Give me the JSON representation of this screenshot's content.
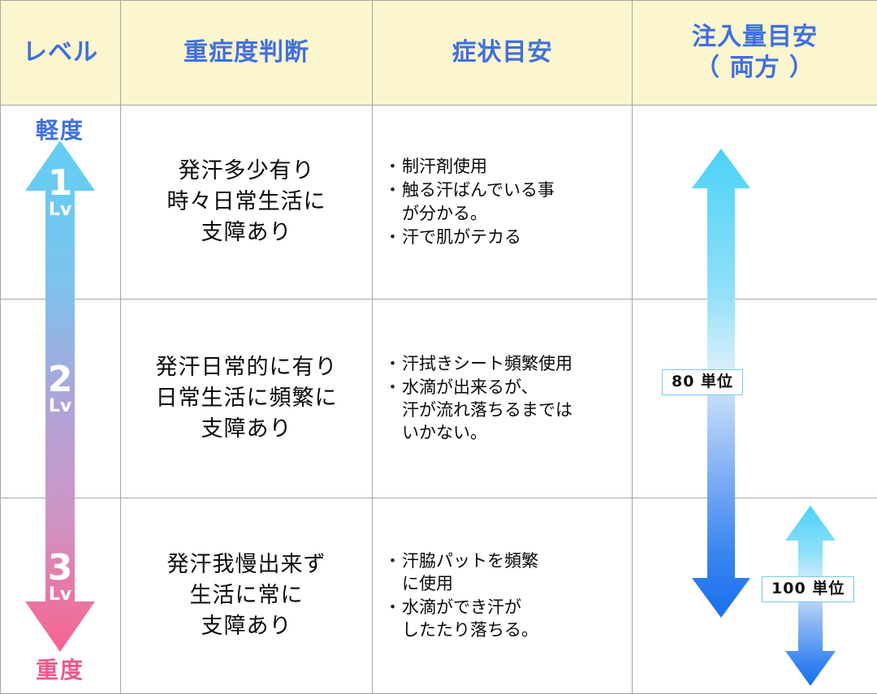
{
  "header": {
    "columns": [
      {
        "id": "level",
        "label": "レベル"
      },
      {
        "id": "severity",
        "label": "重症度判断"
      },
      {
        "id": "symptom",
        "label": "症状目安"
      },
      {
        "id": "dose",
        "label": "注入量目安\n（ 両方 ）"
      }
    ]
  },
  "level_scale": {
    "top_label": "軽度",
    "bottom_label": "重度",
    "unit_suffix": "Lv",
    "levels": [
      {
        "number": "1",
        "unit": "Lv"
      },
      {
        "number": "2",
        "unit": "Lv"
      },
      {
        "number": "3",
        "unit": "Lv"
      }
    ],
    "gradient": {
      "top": "#5ecdf5",
      "mid": "#b39fd6",
      "bottom": "#f4淡"
    }
  },
  "rows": [
    {
      "level": "1",
      "severity": "発汗多少有り\n時々日常生活に\n支障あり",
      "symptoms": [
        "制汗剤使用",
        "触る汗ばんでいる事\nが分かる。",
        "汗で肌がテカる"
      ]
    },
    {
      "level": "2",
      "severity": "発汗日常的に有り\n日常生活に頻繁に\n支障あり",
      "symptoms": [
        "汗拭きシート頻繁使用",
        "水滴が出来るが、\n汗が流れ落ちるまでは\nいかない。"
      ]
    },
    {
      "level": "3",
      "severity": "発汗我慢出来ず\n生活に常に\n支障あり",
      "symptoms": [
        "汗脇パットを頻繁\nに使用",
        "水滴ができ汗が\nしたたり落ちる。"
      ]
    }
  ],
  "dose_markers": [
    {
      "id": "dose-80",
      "label": "80 単位"
    },
    {
      "id": "dose-100",
      "label": "100 単位"
    }
  ],
  "bullet": "・",
  "colors": {
    "header_bg": "#fbf6ce",
    "header_text": "#3f6fe0",
    "border": "#a6a6a6",
    "body_text": "#0a0a0a",
    "light_blue": "#5ecdf5",
    "deep_blue": "#1a6fee",
    "pink": "#f2578c",
    "tag_border": "#7ec8ea"
  }
}
